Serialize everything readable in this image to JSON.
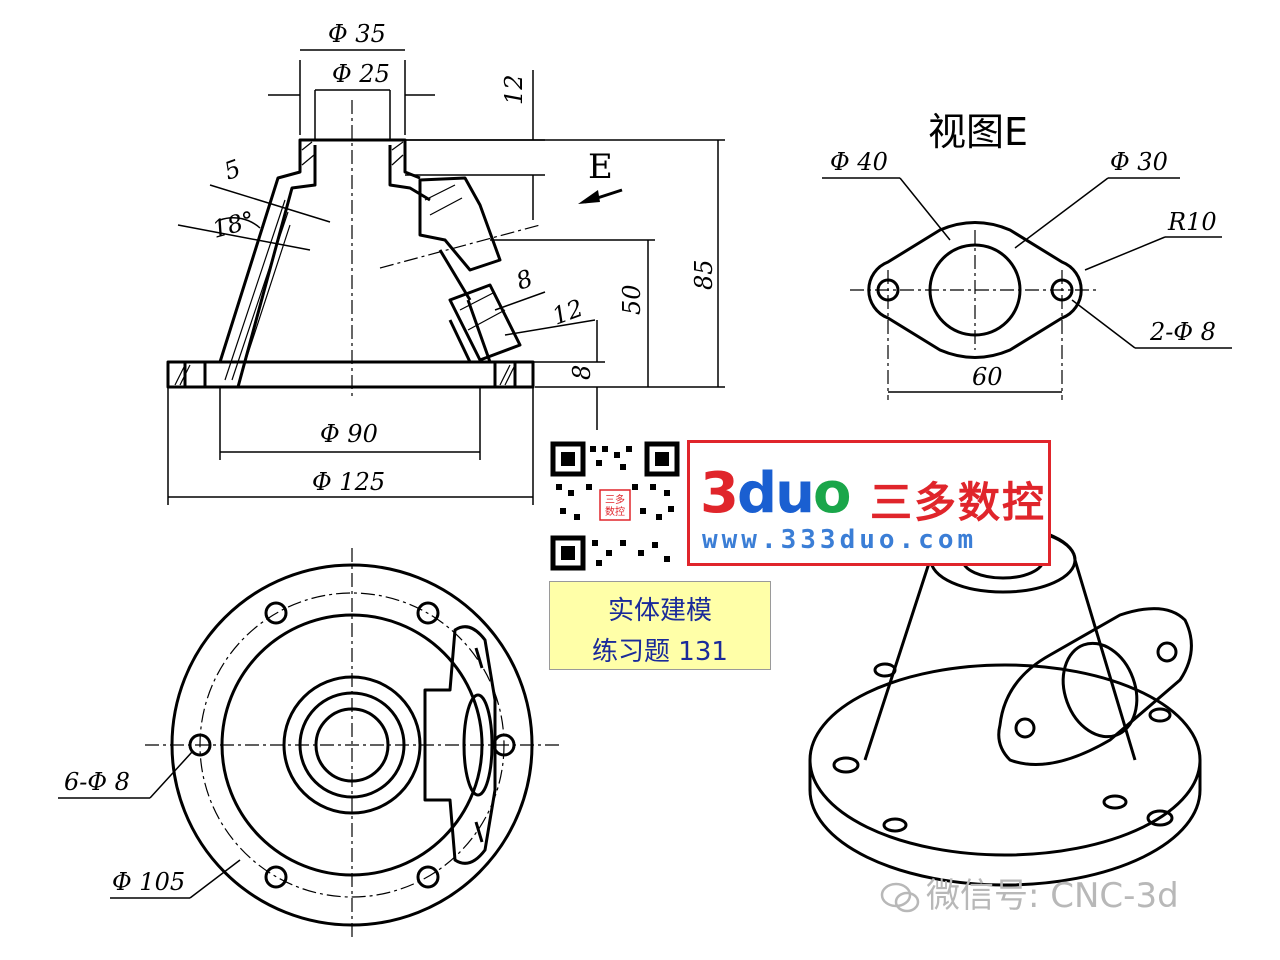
{
  "view_title": "视图E",
  "arrow_label": "E",
  "front_view_dims": {
    "d35": "Φ 35",
    "d25": "Φ 25",
    "d12_top": "12",
    "d5": "5",
    "d18": "18°",
    "d8_nozzle": "8",
    "d12_side": "12",
    "d50": "50",
    "d85": "85",
    "d8_base": "8",
    "d90": "Φ 90",
    "d125": "Φ 125"
  },
  "view_e_dims": {
    "d40": "Φ 40",
    "d30": "Φ 30",
    "r10": "R10",
    "holes": "2-Φ 8",
    "d60": "60"
  },
  "top_view_dims": {
    "holes": "6-Φ 8",
    "d105": "Φ 105"
  },
  "logo": {
    "mark_3": "3",
    "mark_d": "d",
    "mark_u": "u",
    "mark_o": "o",
    "cn": "三多数控",
    "url": "www.333duo.com"
  },
  "qr_label": "三多\n数控",
  "caption": {
    "line1": "实体建模",
    "line2": "练习题 131"
  },
  "watermark": "微信号: CNC-3d",
  "colors": {
    "brand_red": "#e0252b",
    "brand_blue": "#1a5fd1",
    "url_blue": "#3b7ed6",
    "caption_bg": "#ffffa8",
    "caption_text": "#1a2a9a"
  }
}
